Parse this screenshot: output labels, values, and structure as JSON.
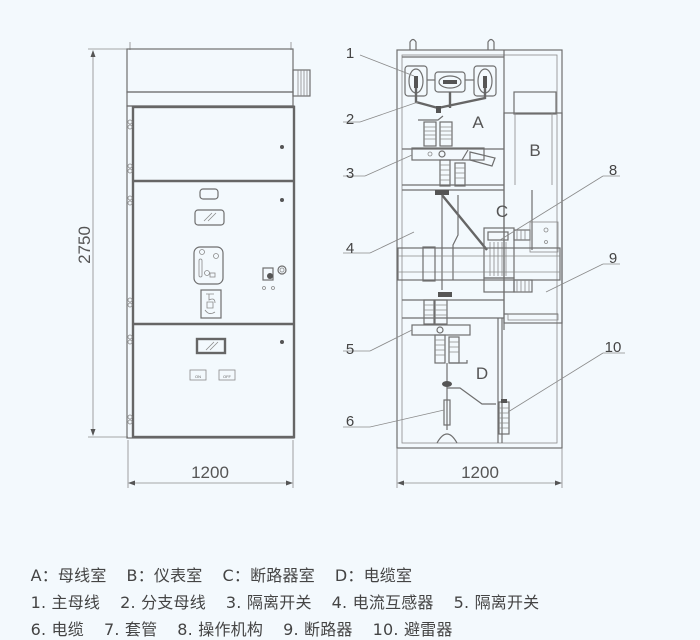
{
  "front_view": {
    "height_dim": "2750",
    "width_dim": "1200",
    "panel_buttons": [
      "ON",
      "OFF"
    ]
  },
  "side_view": {
    "width_dim": "1200",
    "compartment_labels": [
      "A",
      "B",
      "C",
      "D"
    ],
    "callouts": [
      "1",
      "2",
      "3",
      "4",
      "5",
      "6",
      "8",
      "9",
      "10"
    ]
  },
  "legend": {
    "rows": [
      [
        "A：母线室",
        "B：仪表室",
        "C：断路器室",
        "D：电缆室"
      ],
      [
        "1. 主母线",
        "2. 分支母线",
        "3. 隔离开关",
        "4. 电流互感器",
        "5. 隔离开关"
      ],
      [
        "6. 电缆",
        "7. 套管",
        "8. 操作机构",
        "9. 断路器",
        "10. 避雷器"
      ]
    ]
  }
}
